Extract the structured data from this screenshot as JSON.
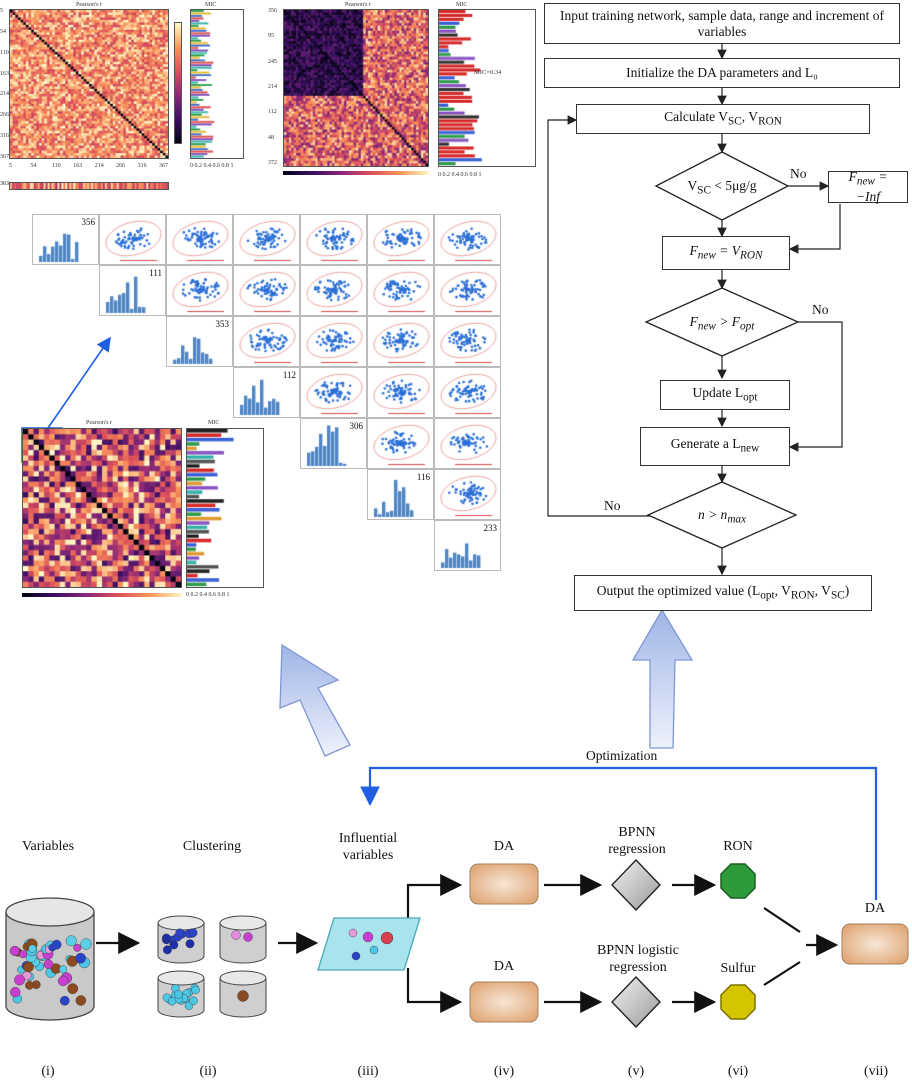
{
  "flowchart": {
    "input": "Input training network, sample data, range and increment of variables",
    "init": "Initialize the DA parameters and L₀",
    "calc": "Calculate VₛC, Vᵣₒₙ",
    "calc_a": "Calculate V",
    "calc_a_sub": "SC",
    "calc_b": ", V",
    "calc_b_sub": "RON",
    "cond1_a": "V",
    "cond1_sub": "SC",
    "cond1_b": " < 5μg/g",
    "fnew_inf_a": "F",
    "fnew_inf_sub": "new",
    "fnew_inf_b": " = −Inf",
    "fnew_v_a": "F",
    "fnew_v_sub": "new",
    "fnew_v_b": " = V",
    "fnew_v_sub2": "RON",
    "cond2_a": "F",
    "cond2_sub": "new",
    "cond2_b": " > F",
    "cond2_sub2": "opt",
    "update_a": "Update L",
    "update_sub": "opt",
    "generate_a": "Generate a L",
    "generate_sub": "new",
    "cond3_a": "n > n",
    "cond3_sub": "max",
    "output_a": "Output the optimized value (L",
    "output_sub1": "opt",
    "output_b": ", V",
    "output_sub2": "RON",
    "output_c": ", V",
    "output_sub3": "SC",
    "output_d": ")",
    "no1": "No",
    "no2": "No",
    "no3": "No"
  },
  "pipeline": {
    "optimization": "Optimization",
    "variables": "Variables",
    "clustering": "Clustering",
    "influential": "Influential variables",
    "da_top": "DA",
    "da_bottom": "DA",
    "da_final": "DA",
    "bpnn_reg": "BPNN regression",
    "bpnn_log": "BPNN logistic regression",
    "ron": "RON",
    "sulfur": "Sulfur",
    "stages": [
      "(i)",
      "(ii)",
      "(iii)",
      "(iv)",
      "(v)",
      "(vi)",
      "(vii)"
    ]
  },
  "heatmaps": {
    "pearson_title": "Pearson's r",
    "mic_title": "MIC",
    "mic_annotation": "MIC=0.34",
    "hm1_yticks": [
      "5",
      "54",
      "110",
      "163",
      "214",
      "266",
      "316",
      "367"
    ],
    "hm1_xticks": [
      "5",
      "54",
      "110",
      "163",
      "214",
      "266",
      "316",
      "367"
    ],
    "hm2_yticks": [
      "356",
      "95",
      "245",
      "214",
      "112",
      "48",
      "372"
    ],
    "mic_xticks": "0  0.2 0.4 0.6  0.8  1"
  },
  "pairplot": {
    "diag_numbers": [
      "356",
      "111",
      "353",
      "112",
      "306",
      "116",
      "233"
    ]
  },
  "colors": {
    "arrow_blue": "#1f5fe0",
    "big_arrow": "#b8c8ea",
    "da_box": "#e8b98a",
    "ron": "#2e9a3a",
    "sulfur": "#d4c500",
    "scatter": "#2b6fd6"
  }
}
